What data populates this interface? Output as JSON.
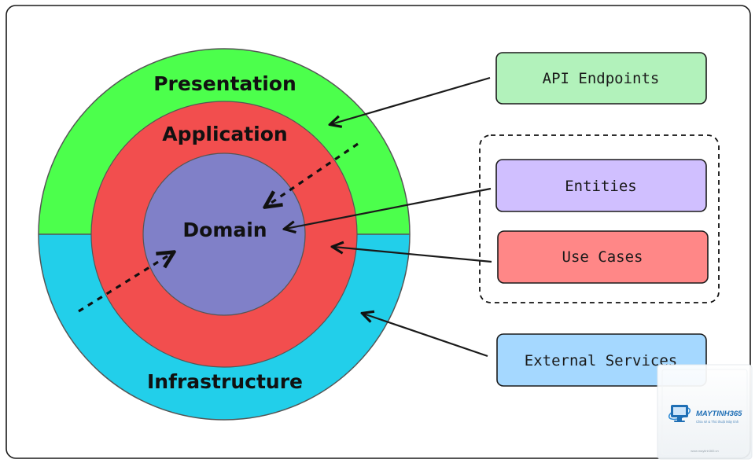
{
  "diagram": {
    "layers": {
      "presentation": "Presentation",
      "application": "Application",
      "domain": "Domain",
      "infrastructure": "Infrastructure"
    },
    "components": {
      "api_endpoints": "API Endpoints",
      "entities": "Entities",
      "use_cases": "Use Cases",
      "external_services": "External Services"
    }
  },
  "colors": {
    "presentation": "#4cff4c",
    "application": "#f24e4e",
    "domain": "#8080c8",
    "infrastructure": "#22cfea",
    "api_box": "#b2f2bb",
    "entities_box": "#d0bfff",
    "use_cases_box": "#ff8787",
    "external_box": "#a5d8ff"
  },
  "watermark": {
    "brand": "MAYTINH365",
    "tagline": "Chia sẻ & Thủ thuật Máy tính",
    "footer": "www.maytinh365.vn"
  }
}
